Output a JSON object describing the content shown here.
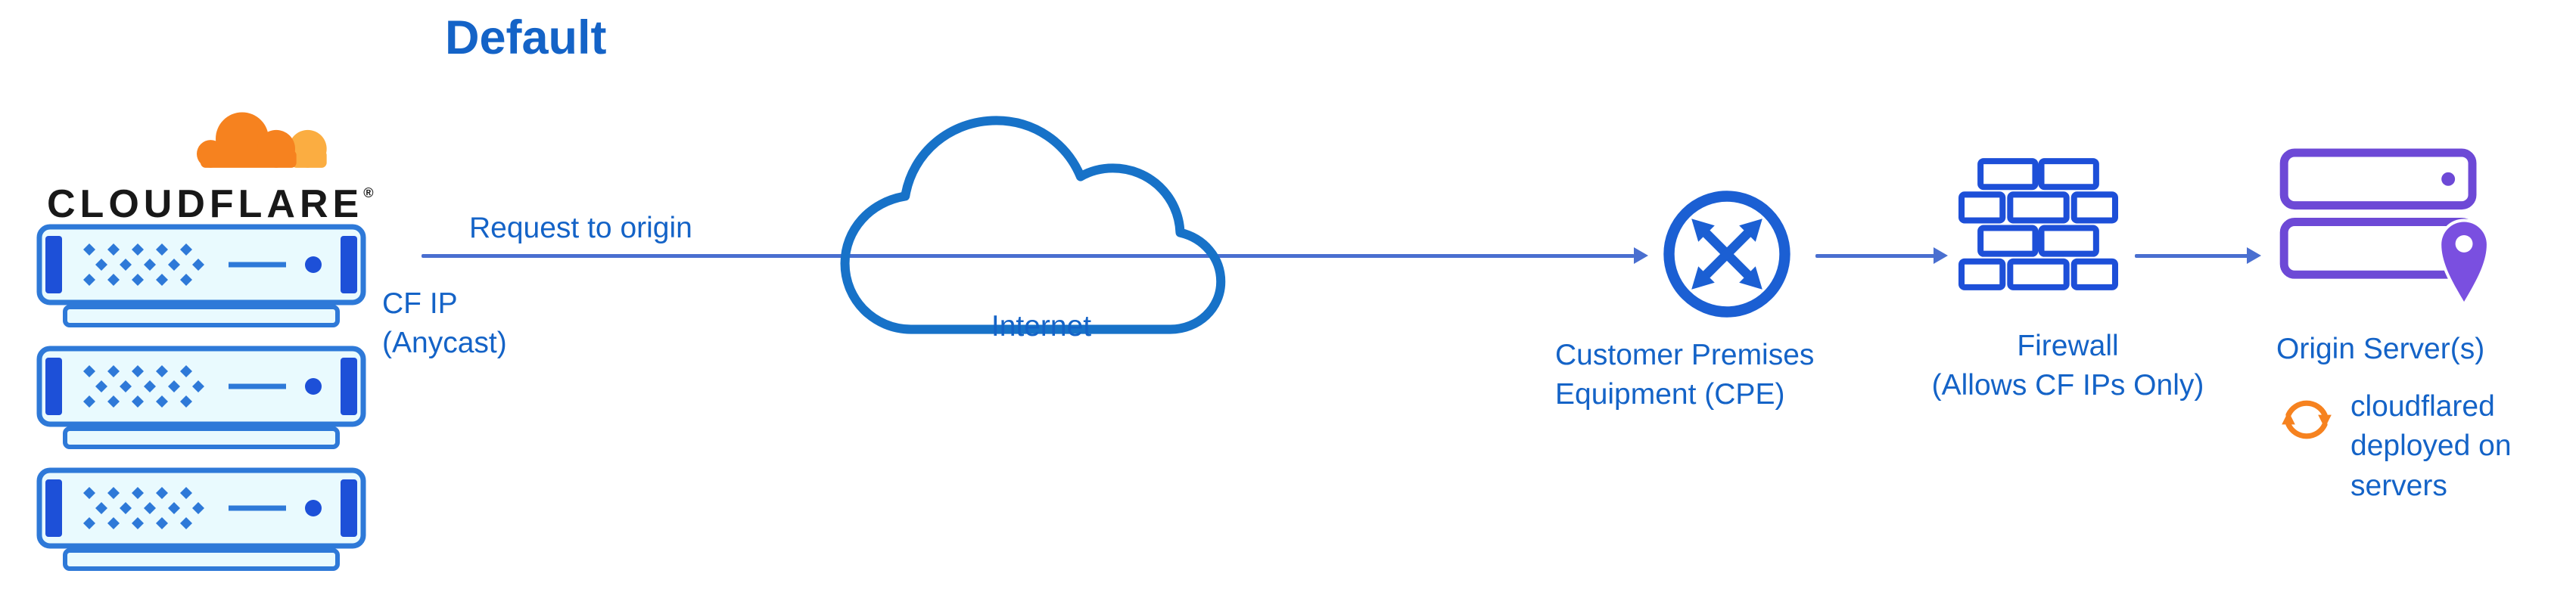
{
  "colors": {
    "text_blue": "#1463C7",
    "line_blue": "#4A6FD0",
    "internet_blue": "#1772C8",
    "cpe_blue": "#1B5FD3",
    "firewall_blue": "#1D4FD8",
    "server_blue": "#2E79D8",
    "server_dark_blue": "#1D50D8",
    "server_fill": "#E9FAFE",
    "brand_orange": "#F6821F",
    "brand_orange_light": "#FBAD41",
    "purple": "#6D49D6",
    "pin_purple": "#7A4FE0",
    "brand_black": "#181818"
  },
  "title": "Default",
  "cloudflare_logo": {
    "text": "CLOUDFLARE",
    "registered_mark": "®",
    "icon": "cloudflare-cloud-icon"
  },
  "edge": {
    "request_label": "Request to origin",
    "cf_ip_lines": [
      "CF IP",
      "(Anycast)"
    ]
  },
  "nodes": {
    "cloudflare_servers": {
      "icon": "server-rack-icon",
      "count": 3
    },
    "internet": {
      "label": "Internet",
      "icon": "cloud-icon"
    },
    "cpe": {
      "label_lines": [
        "Customer Premises",
        "Equipment (CPE)"
      ],
      "icon": "router-arrows-icon"
    },
    "firewall": {
      "label_lines": [
        "Firewall",
        "(Allows CF IPs Only)"
      ],
      "icon": "brick-wall-icon"
    },
    "origin": {
      "label": "Origin Server(s)",
      "icon": "origin-servers-pin-icon"
    },
    "cloudflared": {
      "label_lines": [
        "cloudflared",
        "deployed on",
        "servers"
      ],
      "icon": "sync-arrows-icon"
    }
  }
}
